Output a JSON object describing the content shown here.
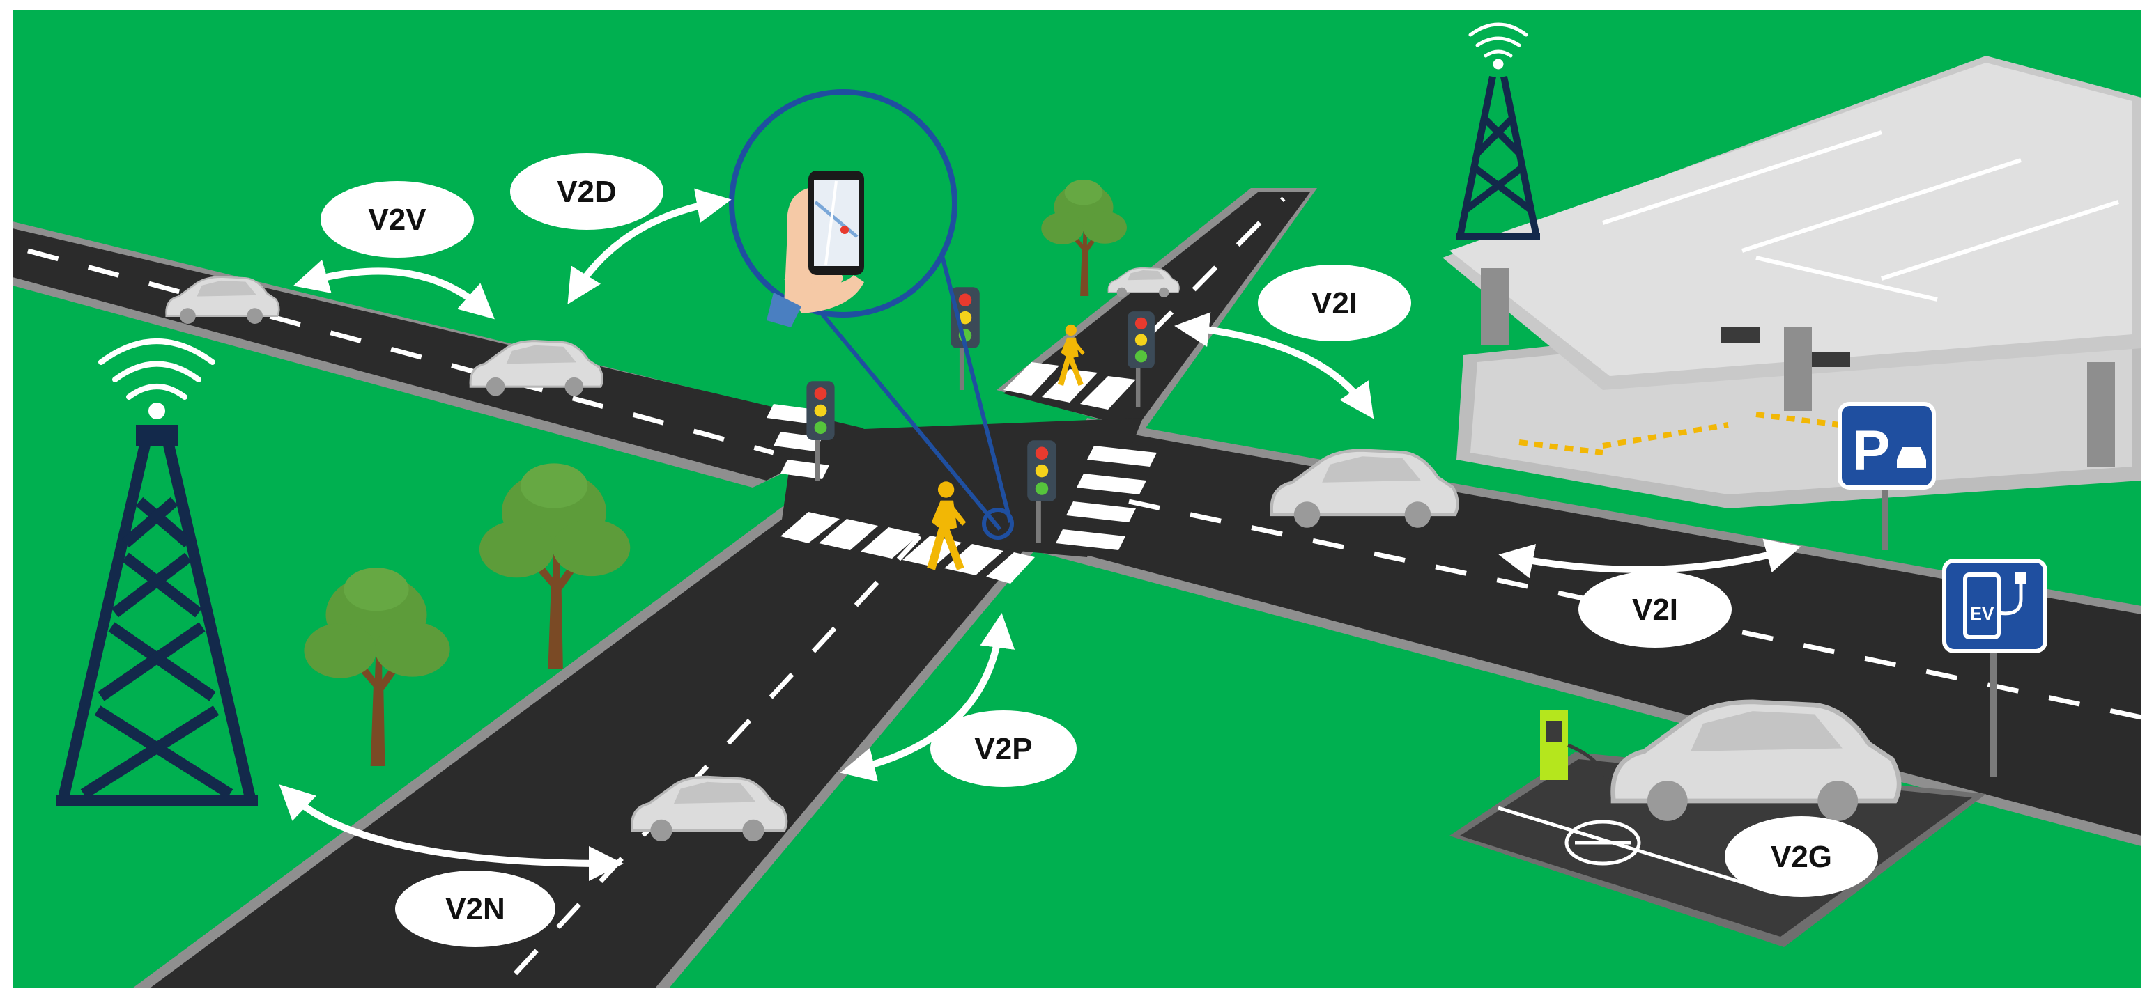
{
  "labels": {
    "v2v": "V2V",
    "v2d": "V2D",
    "v2i_top": "V2I",
    "v2i_bottom": "V2I",
    "v2p": "V2P",
    "v2n": "V2N",
    "v2g": "V2G"
  },
  "signs": {
    "parking": "P",
    "ev": "EV"
  },
  "icons": [
    "cell-tower-icon",
    "wifi-icon",
    "smartphone-icon",
    "traffic-light-icon",
    "pedestrian-icon",
    "car-icon",
    "parking-sign-icon",
    "ev-charging-sign-icon",
    "tree-icon",
    "charging-station-icon"
  ],
  "colors": {
    "background": "#00b050",
    "road": "#2b2b2b",
    "lane_marking": "#ffffff",
    "tower": "#13294b",
    "wifi": "#ffffff",
    "sign": "#1f4fa0",
    "magnifier": "#1f4fa0",
    "pedestrian": "#f2b705",
    "car": "#d9d9d9",
    "tree_leaf": "#5d9c3a",
    "tree_trunk": "#7a4a25",
    "bubble": "#ffffff",
    "charger": "#b5e61d"
  }
}
